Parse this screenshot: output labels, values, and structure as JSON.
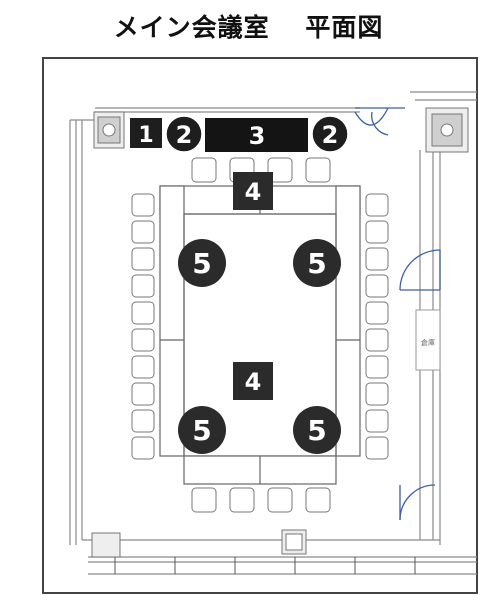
{
  "title": "メイン会議室　 平面図",
  "colors": {
    "wall": "#8a8a8a",
    "door": "#3b5fa8",
    "marker": "#2b2b2b",
    "table_line": "#666666"
  },
  "markers": {
    "m1": "1",
    "m2a": "2",
    "m3": "3",
    "m2b": "2",
    "m4a": "4",
    "m5a": "5",
    "m5b": "5",
    "m4b": "4",
    "m5c": "5",
    "m5d": "5"
  },
  "wall_tag": "倉庫"
}
